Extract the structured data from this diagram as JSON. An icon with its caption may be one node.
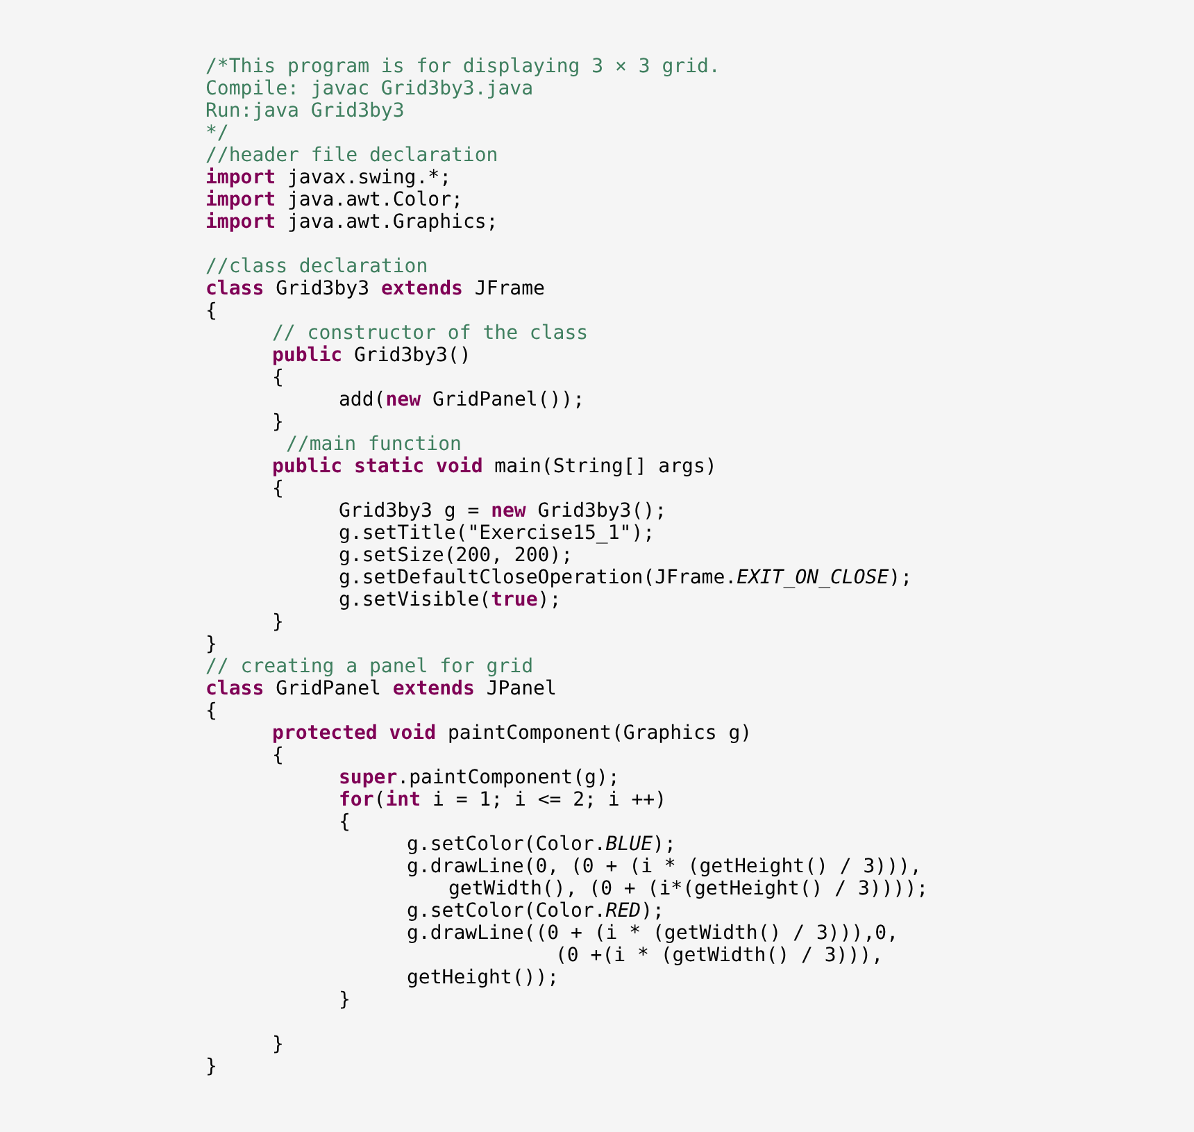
{
  "diagram": {
    "labels": [
      "/*This program is for displaying 3 × 3 grid.",
      "Compile: javac Grid3by3.java",
      "Run:java Grid3by3",
      "*/",
      "//header file declaration",
      "**import** javax.swing.*;",
      "**import** java.awt.Color;",
      "**import** java.awt.Graphics;",
      "//class declaration",
      "**class** Grid3by3 **extends** JFrame",
      "{",
      "// constructor of the class",
      "**public** Grid3by3()",
      "{",
      "add(**new** GridPanel());",
      "}",
      "//main function",
      "**public** **static** **void** main(String[] args)",
      "{",
      "Grid3by3 g = **new** Grid3by3();",
      "g.setTitle(\"Exercise15_1\");",
      "g.setSize(200, 200);",
      "g.setDefaultCloseOperation(JFrame.*EXIT_ON_CLOSE*);",
      "g.setVisible(**true**);",
      "}",
      "}",
      "// creating a panel for grid",
      "**class** GridPanel **extends** JPanel",
      "{",
      "**protected** **void** paintComponent(Graphics g)",
      "{",
      "**super**.paintComponent(g);",
      "**for**(**int** i = 1; i <= 2; i ++)",
      "{",
      "g.setColor(Color.*BLUE*);",
      "g.drawLine(0, (0 + (i * (getHeight() / 3))),",
      "getWidth(), (0 + (i*(getHeight() / 3))));",
      "g.setColor(Color.*RED*);",
      "g.drawLine((0 + (i * (getWidth() / 3))),0,",
      "(0 +(i * (getWidth() / 3))),",
      "getHeight());",
      "}",
      "}",
      "}"
    ]
  }
}
